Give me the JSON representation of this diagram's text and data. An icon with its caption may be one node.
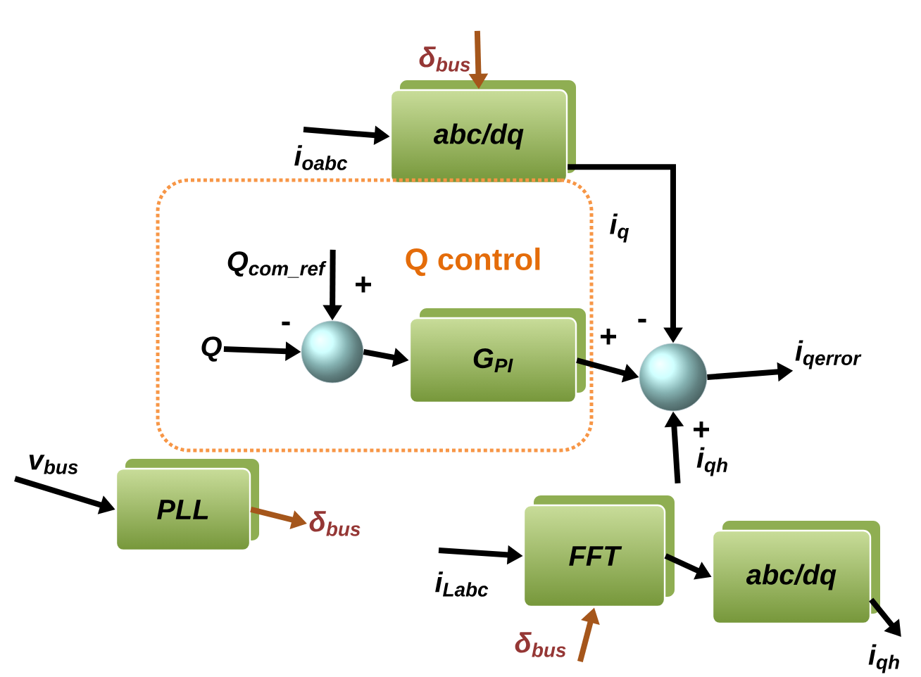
{
  "diagram": {
    "nodes": [
      {
        "text": [
          "abc/dq"
        ]
      },
      {
        "text": [
          "Q control"
        ]
      },
      {
        "text": [],
        "shape": "circle",
        "in": 1
      },
      {
        "text": [
          "G$_{PI}$"
        ],
        "in": 1
      },
      {
        "text": [],
        "shape": "circle"
      },
      {
        "text": [
          "PLL"
        ]
      },
      {
        "text": [
          "FFT"
        ]
      },
      {
        "text": [
          "abc/dq"
        ]
      },
      {
        "text": [
          "δ$_{bus}$"
        ]
      },
      {
        "text": [
          "i$_{oabc}$"
        ]
      },
      {
        "text": [
          "Q$_{com_ref}$"
        ],
        "in": 1
      },
      {
        "text": [
          "Q"
        ],
        "in": 1
      },
      {
        "text": [
          "i$_{qerror}$"
        ]
      },
      {
        "text": [
          "i$_{qh}$"
        ]
      },
      {
        "text": [
          "v$_{bus}$"
        ]
      },
      {
        "text": [
          "δ$_{bus}$"
        ]
      },
      {
        "text": [
          "i$_{Labc}$"
        ]
      },
      {
        "text": [
          "δ$_{bus}$"
        ]
      },
      {
        "text": [
          "i$_{qh}$"
        ]
      }
    ],
    "edges": [
      {
        "from": 8,
        "to": 0,
        "arrow": "to",
        "color": "#a5561b"
      },
      {
        "from": 9,
        "to": 0,
        "arrow": "to"
      },
      {
        "from": 0,
        "to": 4,
        "arrow": "to",
        "label": "i$_{q}$"
      },
      {
        "from": 10,
        "to": 2,
        "arrow": "to"
      },
      {
        "from": 11,
        "to": 2,
        "arrow": "to"
      },
      {
        "from": 2,
        "to": 3,
        "arrow": "to"
      },
      {
        "from": 3,
        "to": 4,
        "arrow": "to"
      },
      {
        "from": 4,
        "to": 12,
        "arrow": "to"
      },
      {
        "from": 13,
        "to": 4,
        "arrow": "to"
      },
      {
        "from": 14,
        "to": 5,
        "arrow": "to"
      },
      {
        "from": 5,
        "to": 15,
        "arrow": "to",
        "color": "#a5561b"
      },
      {
        "from": 16,
        "to": 6,
        "arrow": "to"
      },
      {
        "from": 17,
        "to": 6,
        "arrow": "to",
        "color": "#a5561b"
      },
      {
        "from": 6,
        "to": 7,
        "arrow": "to"
      },
      {
        "from": 7,
        "to": 18,
        "arrow": "to"
      }
    ],
    "labels": [
      "+",
      "-",
      "+",
      "-",
      "+"
    ]
  }
}
